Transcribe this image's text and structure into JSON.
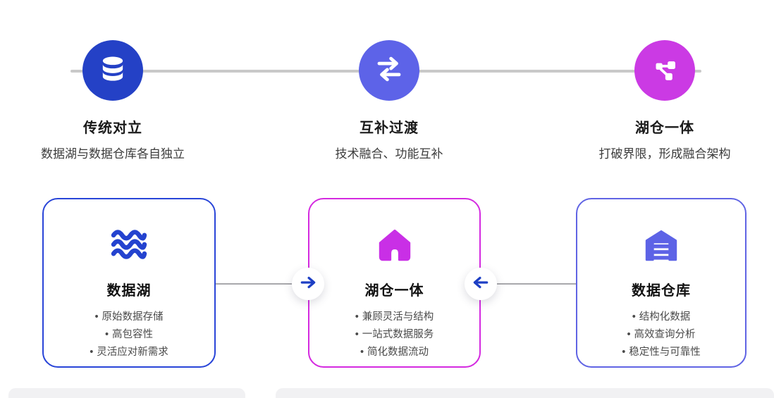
{
  "page": {
    "background": "#ffffff"
  },
  "bullet_char": "•",
  "timeline": {
    "line_color": "#c9c9c9",
    "milestones": [
      {
        "icon": "database-icon",
        "circle_color": "#2441c6",
        "title": "传统对立",
        "subtitle": "数据湖与数据仓库各自独立"
      },
      {
        "icon": "swap-arrows-icon",
        "circle_color": "#5d63e8",
        "title": "互补过渡",
        "subtitle": "技术融合、功能互补"
      },
      {
        "icon": "network-icon",
        "circle_color": "#cb3ae4",
        "title": "湖仓一体",
        "subtitle": "打破界限，形成融合架构"
      }
    ]
  },
  "cards": [
    {
      "icon": "waves-icon",
      "accent_color": "#2945d8",
      "title": "数据湖",
      "bullets": [
        "原始数据存储",
        "高包容性",
        "灵活应对新需求"
      ]
    },
    {
      "icon": "house-icon",
      "accent_color": "#d42ae0",
      "title": "湖仓一体",
      "bullets": [
        "兼顾灵活与结构",
        "一站式数据服务",
        "简化数据流动"
      ]
    },
    {
      "icon": "warehouse-icon",
      "accent_color": "#6064e4",
      "title": "数据仓库",
      "bullets": [
        "结构化数据",
        "高效查询分析",
        "稳定性与可靠性"
      ]
    }
  ],
  "connectors": {
    "arrow_color": "#1d3fc4",
    "line_color": "#a8a8ac",
    "left_arrow": "→",
    "right_arrow": "←"
  }
}
